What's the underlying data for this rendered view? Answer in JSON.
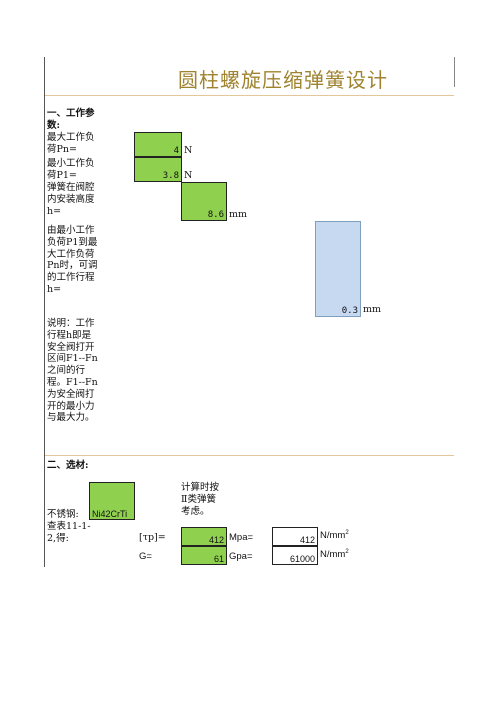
{
  "title": "圆柱螺旋压缩弹簧设计",
  "section1": {
    "heading": "一、工作参数:",
    "max_load": {
      "label": "最大工作负荷Pn=",
      "value": "4",
      "unit": "N"
    },
    "min_load": {
      "label": "最小工作负荷P1=",
      "value": "3.8",
      "unit": "N"
    },
    "install_height": {
      "label": "弹簧在阀腔内安装高度h=",
      "value": "8.6",
      "unit": "mm"
    },
    "stroke": {
      "label": "由最小工作负荷P1到最大工作负荷Pn时，可调的工作行程h=",
      "value": "0.3",
      "unit": "mm"
    },
    "note": "说明：工作行程h即是安全阀打开区间F1--Fn之间的行程。F1--Fn为安全阀打开的最小力与最大力。"
  },
  "section2": {
    "heading": "二、选材:",
    "material_label": "不锈钢:",
    "material_value": "Ni42CrTi",
    "calc_note": "计算时按Ⅱ类弹簧考虑。",
    "lookup_label": "查表11-1-2,得:",
    "tau": {
      "symbol": "[τp]=",
      "value": "412",
      "unit": "Mpa=",
      "converted": "412",
      "conv_unit": "N/mm",
      "conv_exp": "2"
    },
    "g": {
      "symbol": "G=",
      "value": "61",
      "unit": "Gpa=",
      "converted": "61000",
      "conv_unit": "N/mm",
      "conv_exp": "2"
    }
  }
}
